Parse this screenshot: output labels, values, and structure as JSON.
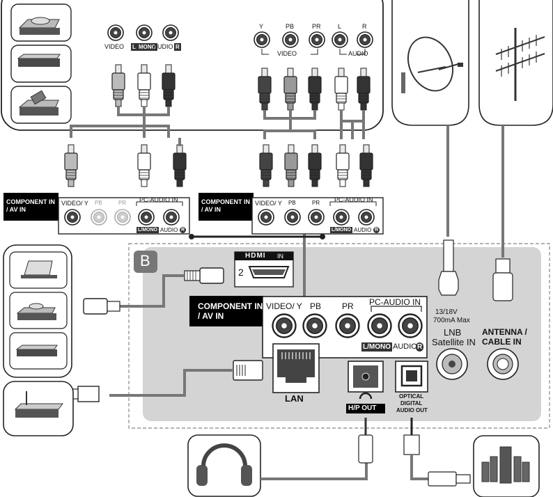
{
  "dvd_panel": {
    "left_labels": {
      "video": "VIDEO",
      "l_mono": "L",
      "mono": "MONO",
      "audio": "AUDIO",
      "r": "R"
    },
    "right_labels": {
      "y": "Y",
      "pb": "PB",
      "pr": "PR",
      "l": "L",
      "r": "R",
      "video_group": "VIDEO",
      "audio_group": "AUDIO"
    }
  },
  "component_small_1": {
    "title_line1": "COMPONENT IN",
    "title_line2": "/ AV IN",
    "video_y": "VIDEO/ Y",
    "pb": "PB",
    "pr": "PR",
    "pc_audio_in": "PC-AUDIO IN",
    "l_mono": "L/MONO",
    "audio": "AUDIO",
    "r": "R"
  },
  "component_small_2": {
    "title_line1": "COMPONENT IN",
    "title_line2": "/ AV IN",
    "video_y": "VIDEO/ Y",
    "pb": "PB",
    "pr": "PR",
    "pc_audio_in": "PC-AUDIO IN",
    "l_mono": "L/MONO",
    "audio": "AUDIO",
    "r": "R"
  },
  "panel_b": {
    "badge": "B",
    "hdmi_logo": "HDMI",
    "hdmi_in": "IN",
    "hdmi_port_number": "2",
    "component_title_line1": "COMPONENT IN",
    "component_title_line2": "/ AV IN",
    "video_y": "VIDEO/ Y",
    "pb": "PB",
    "pr": "PR",
    "pc_audio_in": "PC-AUDIO IN",
    "l_mono": "L/MONO",
    "audio": "AUDIO",
    "r": "R",
    "lan": "LAN",
    "hp_out": "H/P OUT",
    "optical_line1": "OPTICAL",
    "optical_line2": "DIGITAL",
    "optical_line3": "AUDIO OUT",
    "lnb_spec_line1": "13/18V",
    "lnb_spec_line2": "700mA Max",
    "lnb_line1": "LNB",
    "lnb_line2": "Satellite IN",
    "antenna_line1": "ANTENNA /",
    "antenna_line2": "CABLE IN"
  },
  "colors": {
    "panel_gray": "#d4d4d4",
    "cable_gray": "#777777",
    "ink": "#111111"
  }
}
